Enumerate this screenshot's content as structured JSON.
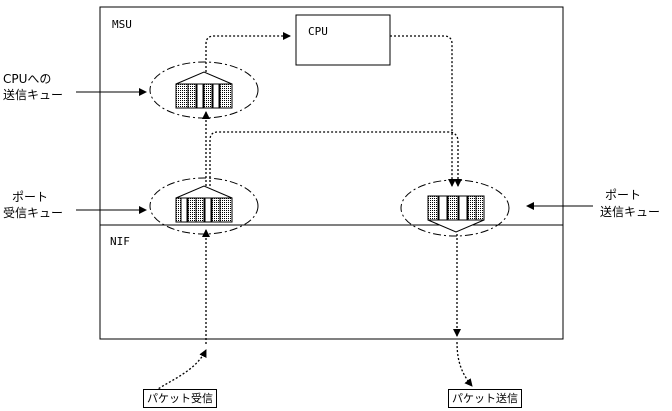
{
  "labels": {
    "msu": "MSU",
    "nif": "NIF",
    "cpu": "CPU",
    "cpu_queue_line1": "CPUへの",
    "cpu_queue_line2": "送信キュー",
    "port_rx_line1": "ポート",
    "port_rx_line2": "受信キュー",
    "port_tx_line1": "ポート",
    "port_tx_line2": "送信キュー",
    "packet_rx": "パケット受信",
    "packet_tx": "パケット送信"
  }
}
